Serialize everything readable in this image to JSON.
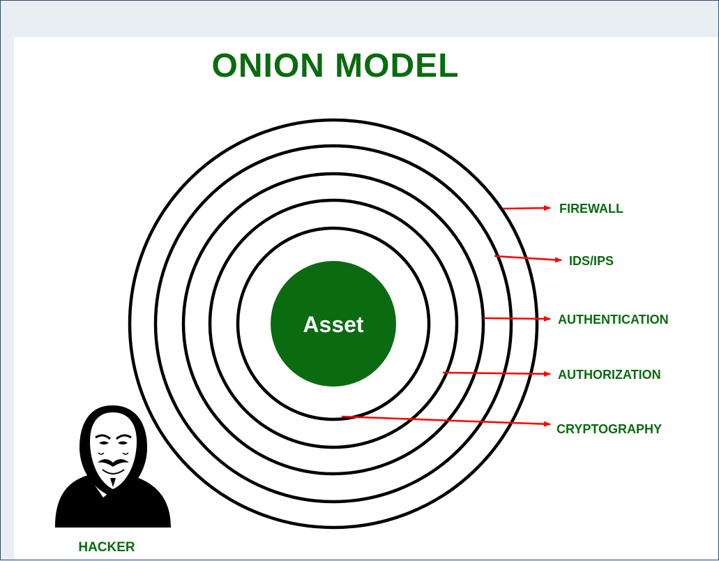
{
  "title": "ONION MODEL",
  "center_label": "Asset",
  "layers": [
    {
      "label": "FIREWALL"
    },
    {
      "label": "IDS/IPS"
    },
    {
      "label": "AUTHENTICATION"
    },
    {
      "label": "AUTHORIZATION"
    },
    {
      "label": "CRYPTOGRAPHY"
    }
  ],
  "hacker_label": "HACKER",
  "colors": {
    "green": "#0a6b10",
    "arrow": "#ff0000",
    "ring": "#000000"
  }
}
